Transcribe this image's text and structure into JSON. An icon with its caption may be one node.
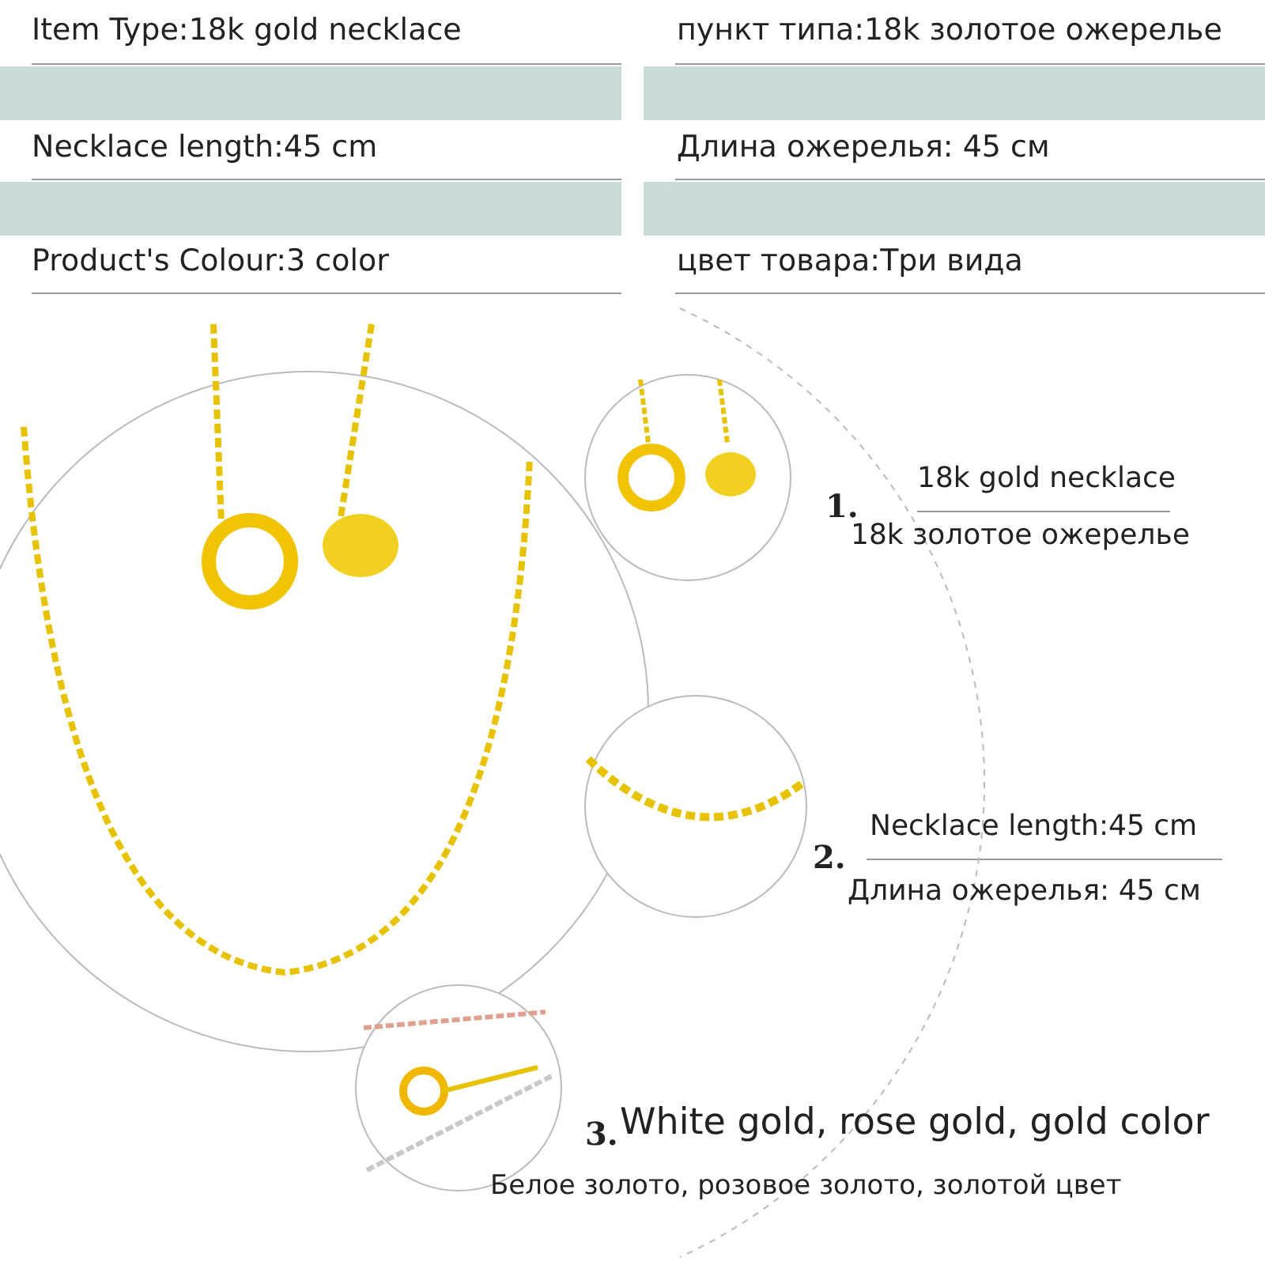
{
  "diagram": {
    "labels": [
      "Item Type:18k gold necklace",
      "пункт типа:18k золотое ожерелье",
      "Necklace length:45 cm",
      "Длина ожерелья: 45 см",
      "Product's Colour:3 color",
      "цвет товара:Три вида",
      "1.",
      "18k gold necklace",
      "18k золотое ожерелье",
      "2.",
      "Necklace length:45 cm",
      "Длина ожерелья: 45 см",
      "3.",
      "White gold, rose gold, gold color",
      "Белое золото, розовое золото, золотой цвет"
    ]
  }
}
